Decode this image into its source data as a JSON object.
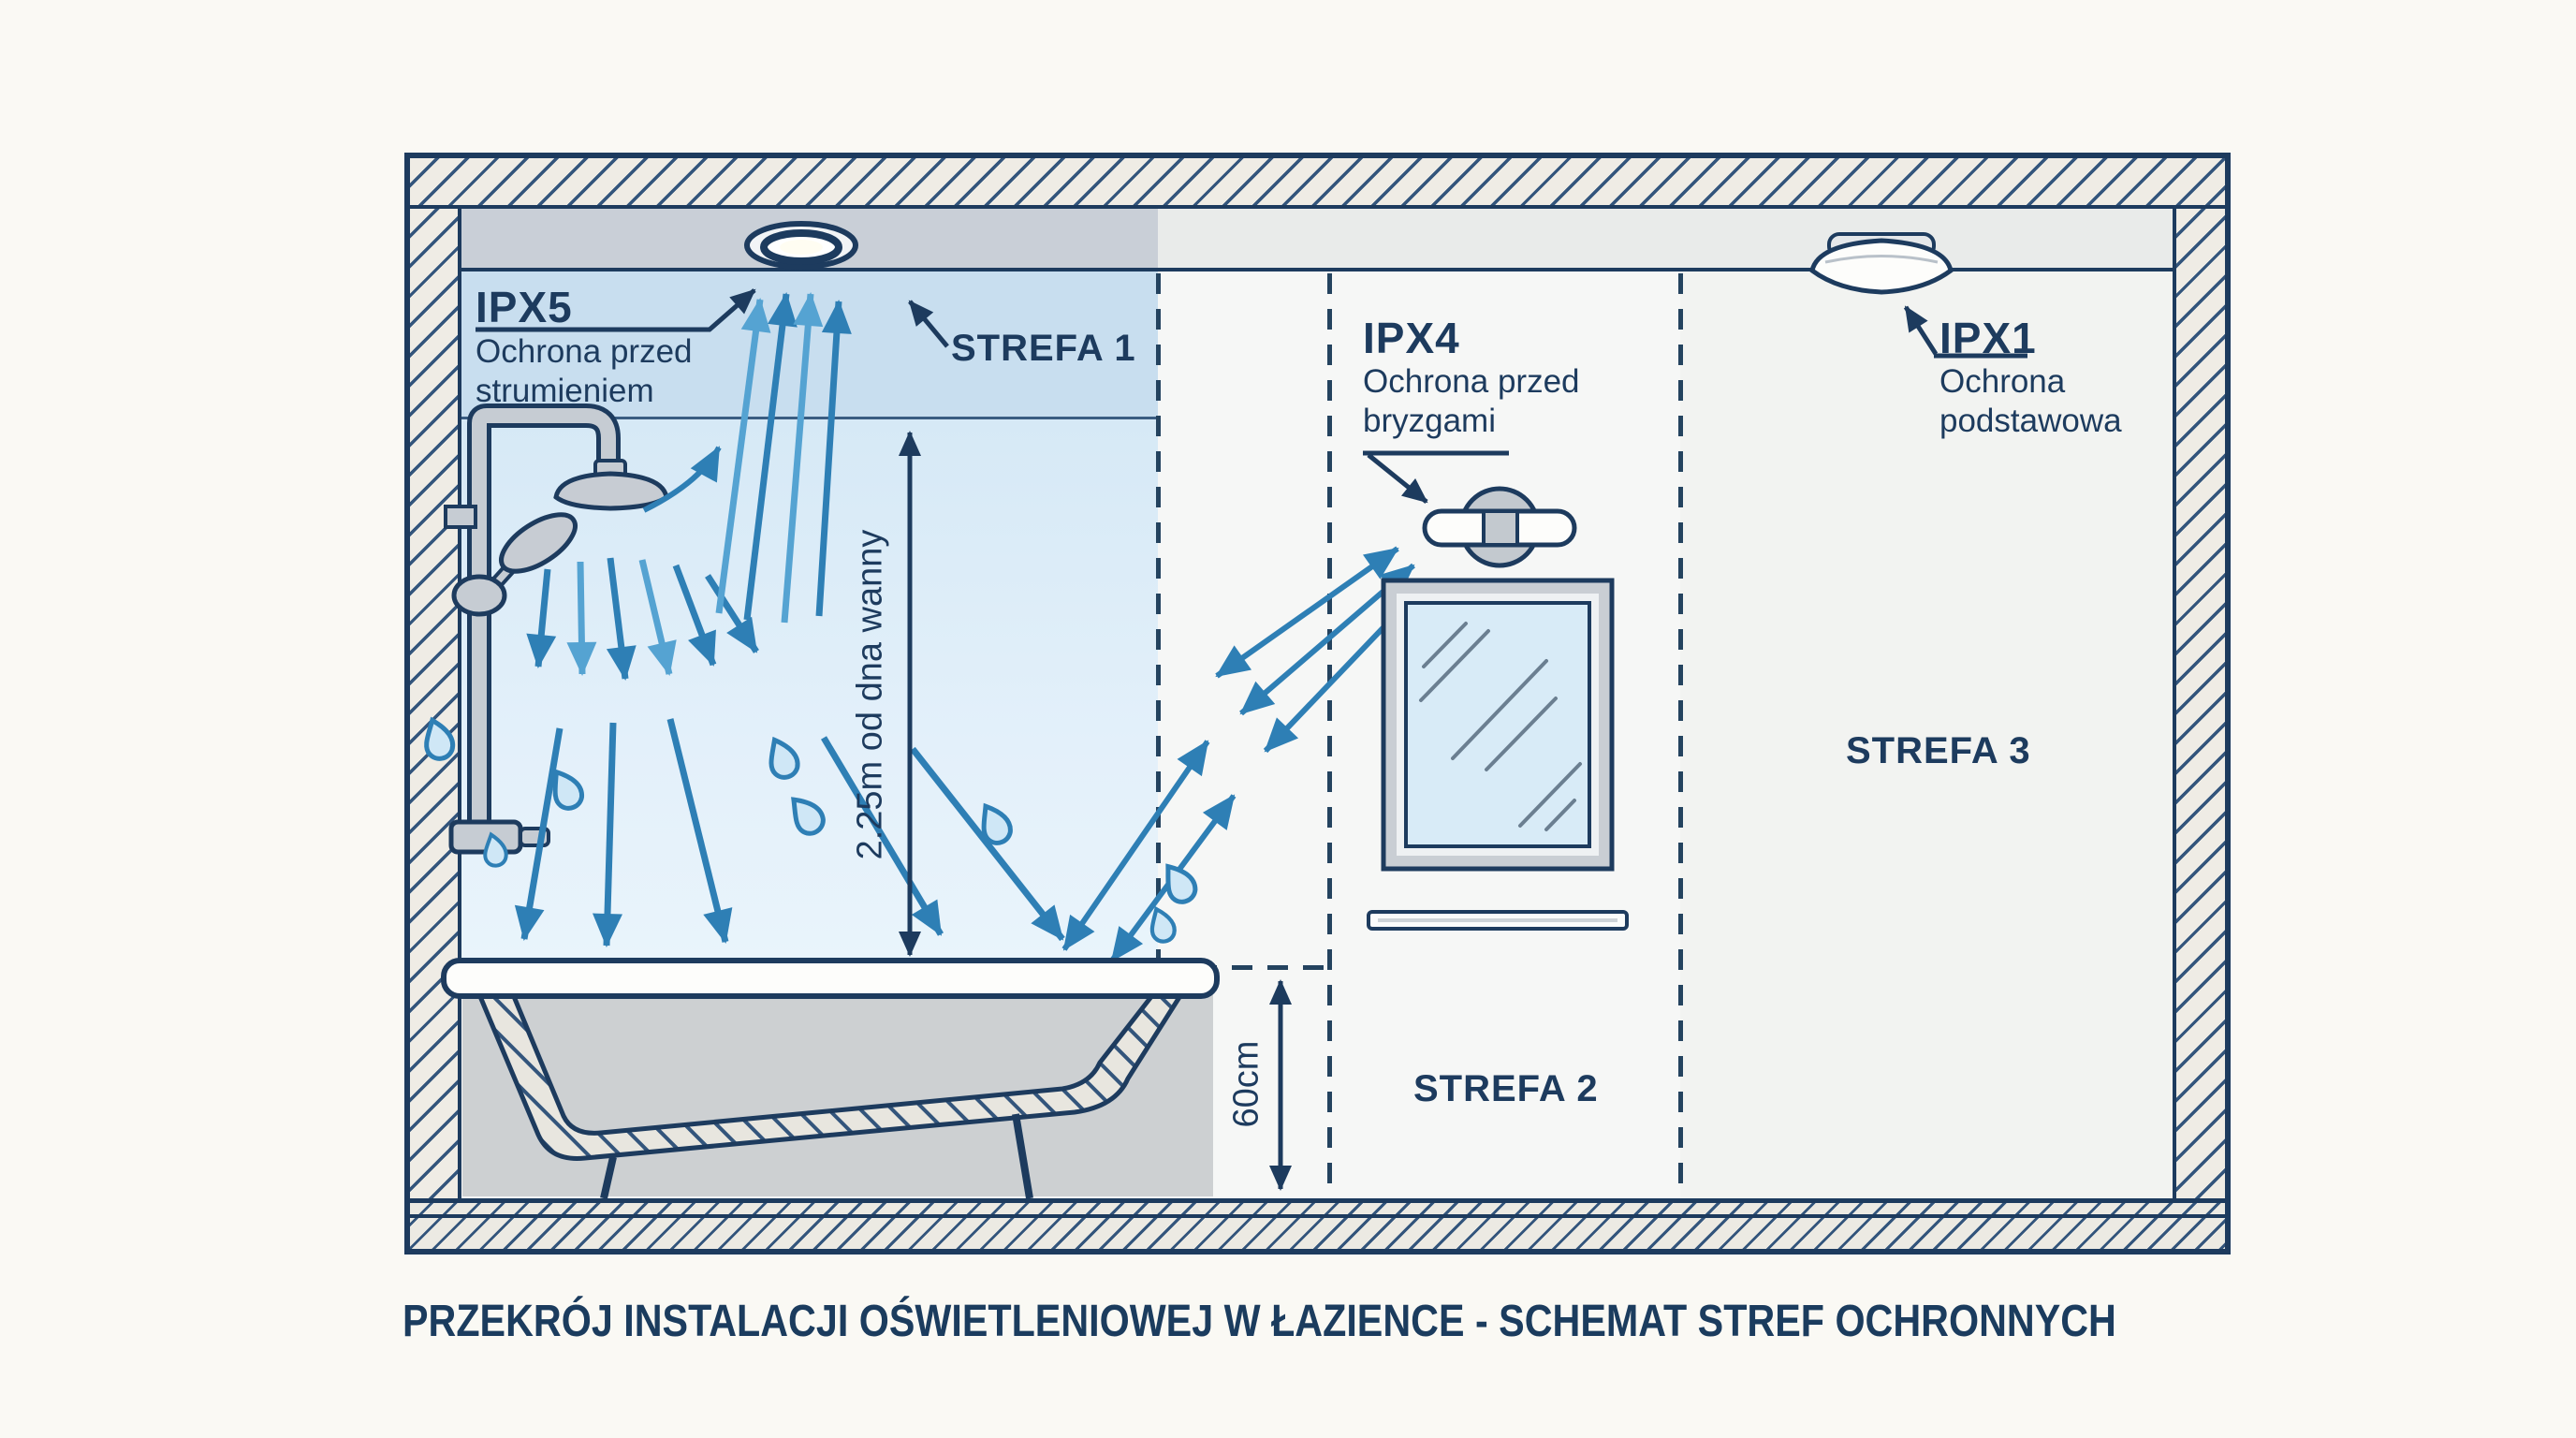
{
  "header": {
    "caption": "PRZEKRÓJ INSTALACJI OŚWIETLENIOWEJ W ŁAZIENCE - SCHEMAT STREF OCHRONNYCH"
  },
  "fixtures": {
    "ipx5": {
      "code": "IPX5",
      "desc1": "Ochrona przed",
      "desc2": "strumieniem"
    },
    "ipx4": {
      "code": "IPX4",
      "desc1": "Ochrona przed",
      "desc2": "bryzgami"
    },
    "ipx1": {
      "code": "IPX1",
      "desc1": "Ochrona",
      "desc2": "podstawowa"
    }
  },
  "zones": {
    "zone1": "STREFA 1",
    "zone2": "STREFA 2",
    "zone3": "STREFA 3"
  },
  "dimensions": {
    "height_above_tub": "2.25m od dna wanny",
    "zone2_offset": "60cm"
  },
  "icons": {
    "recessed_spotlight": "recessed-spotlight-icon",
    "ceiling_lamp": "ceiling-lamp-icon",
    "wall_lamp": "wall-lamp-icon",
    "shower_set": "shower-set-icon",
    "bathtub": "bathtub-icon",
    "mirror": "mirror-icon",
    "shelf": "shelf-icon",
    "spray_arrow": "spray-arrow-icon",
    "droplet": "droplet-icon"
  },
  "colors": {
    "line_navy": "#1d3b5e",
    "arrow_blue": "#2e7fb5",
    "arrow_blue_light": "#55a3d2",
    "zone1_fill": "#d6e9f6",
    "zone1_band": "#c8deef",
    "ceiling_gray_zone1": "#c9cfd7",
    "ceiling_gray_zone23": "#e9ebea",
    "wall_hatch_bg": "#efece5",
    "mirror_glass": "#d8ebf7",
    "page_bg": "#faf9f4"
  }
}
